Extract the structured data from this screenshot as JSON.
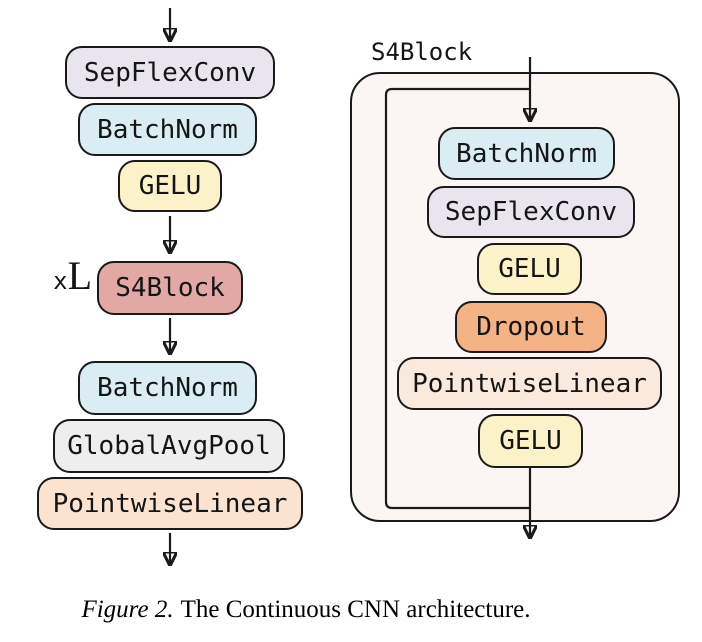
{
  "colors": {
    "ink": "#1a1a1a",
    "panel_background": "#fbf6f3",
    "lavender": "#e9e5ef",
    "light_blue": "#d9edf2",
    "light_yellow": "#fcf2c9",
    "rose": "#e2a9a4",
    "light_gray": "#eeeeee",
    "peach": "#fbe3cf",
    "orange": "#f4b385",
    "light_peach": "#faeadd"
  },
  "main_stack": {
    "repeat_prefix": "x",
    "repeat_count": "L",
    "nodes": [
      {
        "label": "SepFlexConv",
        "color": "#e9e5ef"
      },
      {
        "label": "BatchNorm",
        "color": "#d9edf2"
      },
      {
        "label": "GELU",
        "color": "#fcf2c9"
      },
      {
        "label": "S4Block",
        "color": "#e2a9a4"
      },
      {
        "label": "BatchNorm",
        "color": "#d9edf2"
      },
      {
        "label": "GlobalAvgPool",
        "color": "#eeeeee"
      },
      {
        "label": "PointwiseLinear",
        "color": "#fbe3cf"
      }
    ]
  },
  "s4block_panel": {
    "title": "S4Block",
    "nodes": [
      {
        "label": "BatchNorm",
        "color": "#d9edf2"
      },
      {
        "label": "SepFlexConv",
        "color": "#e9e5ef"
      },
      {
        "label": "GELU",
        "color": "#fcf2c9"
      },
      {
        "label": "Dropout",
        "color": "#f4b385"
      },
      {
        "label": "PointwiseLinear",
        "color": "#faeadd"
      },
      {
        "label": "GELU",
        "color": "#fcf2c9"
      }
    ]
  },
  "caption": {
    "label": "Figure 2.",
    "text": "The Continuous CNN architecture."
  }
}
